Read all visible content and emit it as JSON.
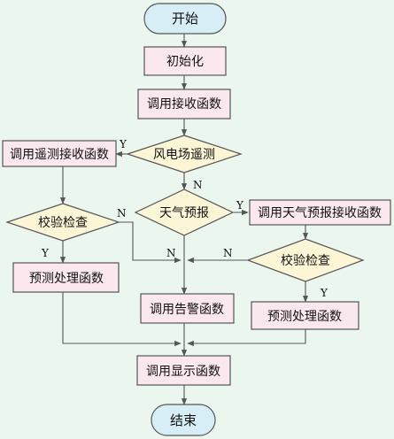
{
  "colors": {
    "background": "#eaf6ee",
    "terminal_fill": "#d8eef6",
    "process_fill": "#fbe8ef",
    "decision_fill": "#fdf6d6",
    "stroke": "#555555"
  },
  "nodes": {
    "start": "开始",
    "init": "初始化",
    "call_receive": "调用接收函数",
    "wind_telemetry": "风电场遥测",
    "call_telemetry_receive": "调用遥测接收函数",
    "check_left": "校验检查",
    "predict_left": "预测处理函数",
    "weather_forecast": "天气预报",
    "call_weather_receive": "调用天气预报接收函数",
    "check_right": "校验检查",
    "predict_right": "预测处理函数",
    "call_alarm": "调用告警函数",
    "call_display": "调用显示函数",
    "end": "结束"
  },
  "edge_labels": {
    "telemetry_yes": "Y",
    "telemetry_no": "N",
    "check_left_no": "N",
    "check_left_no_arrow": "N",
    "check_left_yes": "Y",
    "weather_yes": "Y",
    "check_right_no": "N",
    "check_right_yes": "Y"
  }
}
